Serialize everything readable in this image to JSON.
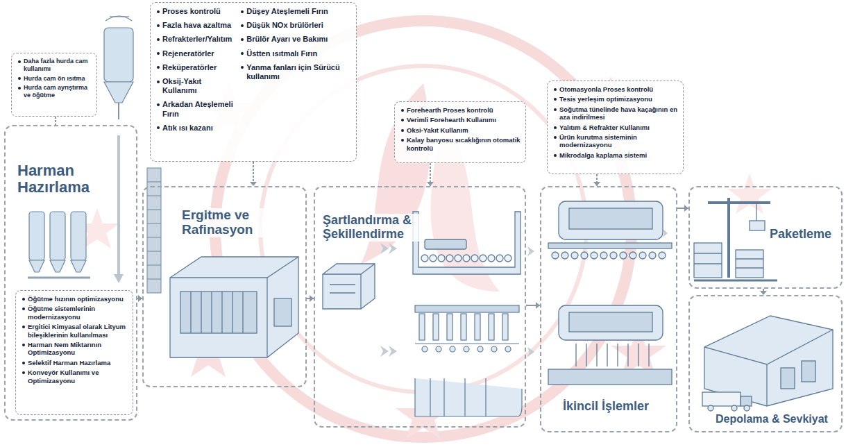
{
  "diagram": {
    "nodes": [
      {
        "text": [
          "Harman Hazırlama"
        ]
      },
      {
        "text": [
          "Daha fazla hurda cam kullanımı",
          "Hurda cam ön ısıtma",
          "Hurda cam ayrıştırma ve öğütme"
        ]
      },
      {
        "text": [
          "Öğütme hızının optimizasyonu",
          "Öğütme sistemlerinin modernizasyonu",
          "Ergitici Kimyasal olarak Lityum bileşiklerinin kullanılması",
          "Harman Nem Miktarının Optimizasyonu",
          "Selektif Harman Hazırlama",
          "Konveyör Kullanımı ve Optimizasyonu"
        ],
        "in": 0
      },
      {
        "text": [
          "Proses kontrolü",
          "Fazla hava azaltma",
          "Refrakterler/Yalıtım",
          "Rejeneratörler",
          "Reküperatörler",
          "Oksij-Yakıt Kullanımı",
          "Arkadan Ateşlemeli Fırın",
          "Atık ısı kazanı",
          "Düşey Ateşlemeli Fırın",
          "Düşük NOx brülörleri",
          "Brülör Ayarı ve Bakımı",
          "Üstten ısıtmalı Fırın",
          "Yanma fanları için Sürücü kullanımı"
        ]
      },
      {
        "text": [
          "Ergitme ve Rafinasyon"
        ]
      },
      {
        "text": [
          "Forehearth Proses kontrolü",
          "Verimli Forehearth Kullanımı",
          "Oksi-Yakıt Kullanım",
          "Kalay banyosu sıcaklığının otomatik kontrolü"
        ]
      },
      {
        "text": [
          "Şartlandırma & Şekillendirme"
        ]
      },
      {
        "text": [
          "Otomasyonla Proses kontrolü",
          "Tesis yerleşim optimizasyonu",
          "Soğutma tünelinde hava kaçağının en aza indirilmesi",
          "Yalıtım & Refrakter Kullanımı",
          "Ürün kurutma sisteminin modernizasyonu",
          "Mikrodalga kaplama sistemi"
        ]
      },
      {
        "text": [
          "İkincil İşlemler"
        ]
      },
      {
        "text": [
          "Paketleme"
        ]
      },
      {
        "text": [
          "Depolama & Sevkiyat"
        ]
      }
    ],
    "edges": [
      {
        "from": 1,
        "to": 0,
        "arrow": "none"
      },
      {
        "from": 0,
        "to": 4,
        "arrow": "to"
      },
      {
        "from": 3,
        "to": 4,
        "arrow": "to"
      },
      {
        "from": 4,
        "to": 6,
        "arrow": "to"
      },
      {
        "from": 5,
        "to": 6,
        "arrow": "to"
      },
      {
        "from": 6,
        "to": 8,
        "arrow": "to"
      },
      {
        "from": 7,
        "to": 8,
        "arrow": "to"
      },
      {
        "from": 8,
        "to": 9,
        "arrow": "to"
      },
      {
        "from": 9,
        "to": 10,
        "arrow": "to"
      }
    ]
  }
}
